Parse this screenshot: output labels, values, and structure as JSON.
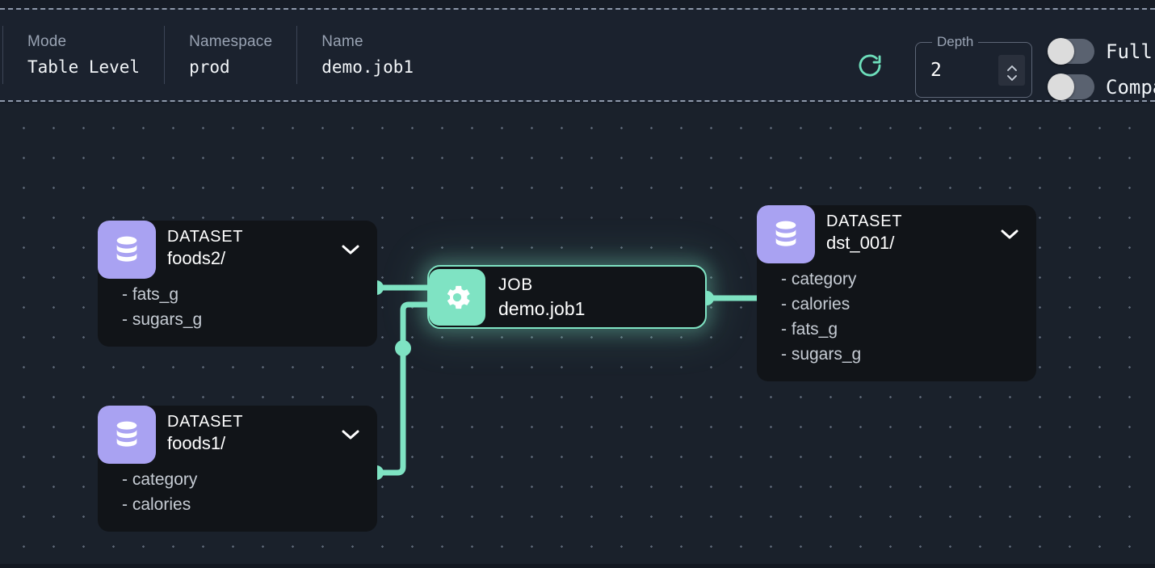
{
  "header": {
    "fields": [
      {
        "label": "Mode",
        "value": "Table Level"
      },
      {
        "label": "Namespace",
        "value": "prod"
      },
      {
        "label": "Name",
        "value": "demo.job1"
      }
    ],
    "refresh_icon": "refresh-icon",
    "depth": {
      "legend": "Depth",
      "value": "2",
      "up_icon": "chevron-up-icon",
      "down_icon": "chevron-down-icon"
    },
    "toggles": [
      {
        "label": "Full",
        "state": "off"
      },
      {
        "label": "Compact",
        "state": "off"
      }
    ]
  },
  "graph": {
    "nodes": [
      {
        "id": "foods2",
        "kind": "DATASET",
        "name": "foods2/",
        "icon": "database-icon",
        "icon_color": "#a9a2f2",
        "chevron": "chevron-down-icon",
        "fields": [
          "- fats_g",
          "- sugars_g"
        ]
      },
      {
        "id": "foods1",
        "kind": "DATASET",
        "name": "foods1/",
        "icon": "database-icon",
        "icon_color": "#a9a2f2",
        "chevron": "chevron-down-icon",
        "fields": [
          "- category",
          "- calories"
        ]
      },
      {
        "id": "job",
        "kind": "JOB",
        "name": "demo.job1",
        "icon": "gear-icon",
        "icon_color": "#7fe3c3",
        "selected": true
      },
      {
        "id": "dst",
        "kind": "DATASET",
        "name": "dst_001/",
        "icon": "database-icon",
        "icon_color": "#a9a2f2",
        "chevron": "chevron-down-icon",
        "fields": [
          "- category",
          "- calories",
          "- fats_g",
          "- sugars_g"
        ]
      }
    ],
    "edge_color": "#7fe3c3"
  },
  "colors": {
    "accent": "#7fe3c3",
    "dataset": "#a9a2f2",
    "canvas_bg": "#1a212b",
    "header_bg": "#1b222e",
    "node_bg": "#111418"
  }
}
